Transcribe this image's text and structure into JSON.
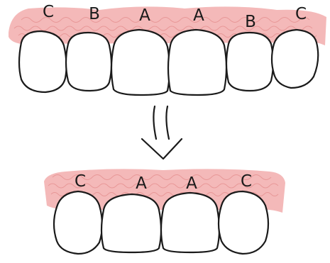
{
  "before": {
    "labels": [
      "C",
      "B",
      "A",
      "A",
      "B",
      "C"
    ]
  },
  "after": {
    "labels": [
      "C",
      "A",
      "A",
      "C"
    ]
  },
  "colors": {
    "gum": "#f4b9b9",
    "gum_texture": "#e58f8f",
    "outline": "#1a1a1a"
  }
}
